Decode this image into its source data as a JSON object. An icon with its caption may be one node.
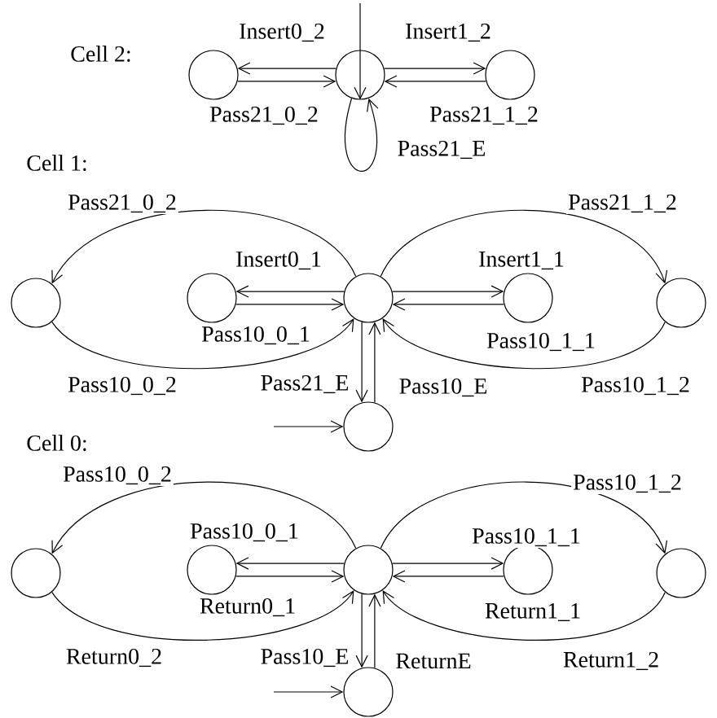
{
  "diagram": {
    "nodes": [
      {
        "text": [],
        "shape": "circle"
      },
      {
        "text": [],
        "shape": "circle"
      },
      {
        "text": [],
        "shape": "circle"
      },
      {
        "text": [],
        "shape": "circle"
      },
      {
        "text": [],
        "shape": "circle"
      },
      {
        "text": [],
        "shape": "circle"
      },
      {
        "text": [],
        "shape": "circle"
      },
      {
        "text": [],
        "shape": "circle"
      },
      {
        "text": [],
        "shape": "circle"
      },
      {
        "text": [],
        "shape": "circle"
      },
      {
        "text": [],
        "shape": "circle"
      },
      {
        "text": [],
        "shape": "circle"
      },
      {
        "text": [],
        "shape": "circle"
      },
      {
        "text": [],
        "shape": "circle"
      },
      {
        "text": [],
        "shape": "circle"
      }
    ],
    "edges": [
      {
        "from": null,
        "to": 1,
        "arrow": "to"
      },
      {
        "from": 1,
        "to": 0,
        "arrow": "to",
        "label": "Insert0_2"
      },
      {
        "from": 0,
        "to": 1,
        "arrow": "to",
        "label": "Pass21_0_2"
      },
      {
        "from": 1,
        "to": 2,
        "arrow": "to",
        "label": "Insert1_2"
      },
      {
        "from": 2,
        "to": 1,
        "arrow": "to",
        "label": "Pass21_1_2"
      },
      {
        "from": 1,
        "to": 1,
        "arrow": "to",
        "label": "Pass21_E"
      },
      {
        "from": 5,
        "to": 3,
        "arrow": "to",
        "label": "Pass21_0_2"
      },
      {
        "from": 5,
        "to": 4,
        "arrow": "to",
        "label": "Insert0_1"
      },
      {
        "from": 4,
        "to": 5,
        "arrow": "to",
        "label": "Pass10_0_1"
      },
      {
        "from": 5,
        "to": 6,
        "arrow": "to",
        "label": "Insert1_1"
      },
      {
        "from": 6,
        "to": 5,
        "arrow": "to",
        "label": "Pass10_1_1"
      },
      {
        "from": 3,
        "to": 5,
        "arrow": "to",
        "label": "Pass10_0_2"
      },
      {
        "from": 5,
        "to": 7,
        "arrow": "to",
        "label": "Pass21_1_2"
      },
      {
        "from": 7,
        "to": 5,
        "arrow": "to",
        "label": "Pass10_1_2"
      },
      {
        "from": 5,
        "to": 8,
        "arrow": "to",
        "label": "Pass21_E"
      },
      {
        "from": 8,
        "to": 5,
        "arrow": "to",
        "label": "Pass10_E"
      },
      {
        "from": null,
        "to": 8,
        "arrow": "to"
      },
      {
        "from": 11,
        "to": 9,
        "arrow": "to",
        "label": "Pass10_0_2"
      },
      {
        "from": 11,
        "to": 10,
        "arrow": "to",
        "label": "Pass10_0_1"
      },
      {
        "from": 10,
        "to": 11,
        "arrow": "to",
        "label": "Return0_1"
      },
      {
        "from": 11,
        "to": 12,
        "arrow": "to",
        "label": "Pass10_1_1"
      },
      {
        "from": 12,
        "to": 11,
        "arrow": "to",
        "label": "Return1_1"
      },
      {
        "from": 9,
        "to": 11,
        "arrow": "to",
        "label": "Return0_2"
      },
      {
        "from": 11,
        "to": 13,
        "arrow": "to",
        "label": "Pass10_1_2"
      },
      {
        "from": 13,
        "to": 11,
        "arrow": "to",
        "label": "Return1_2"
      },
      {
        "from": 11,
        "to": 14,
        "arrow": "to",
        "label": "Pass10_E"
      },
      {
        "from": 14,
        "to": 11,
        "arrow": "to",
        "label": "ReturnE"
      },
      {
        "from": null,
        "to": 14,
        "arrow": "to"
      }
    ],
    "labels": [
      "Cell 2:",
      "Cell 1:",
      "Cell 0:"
    ]
  }
}
